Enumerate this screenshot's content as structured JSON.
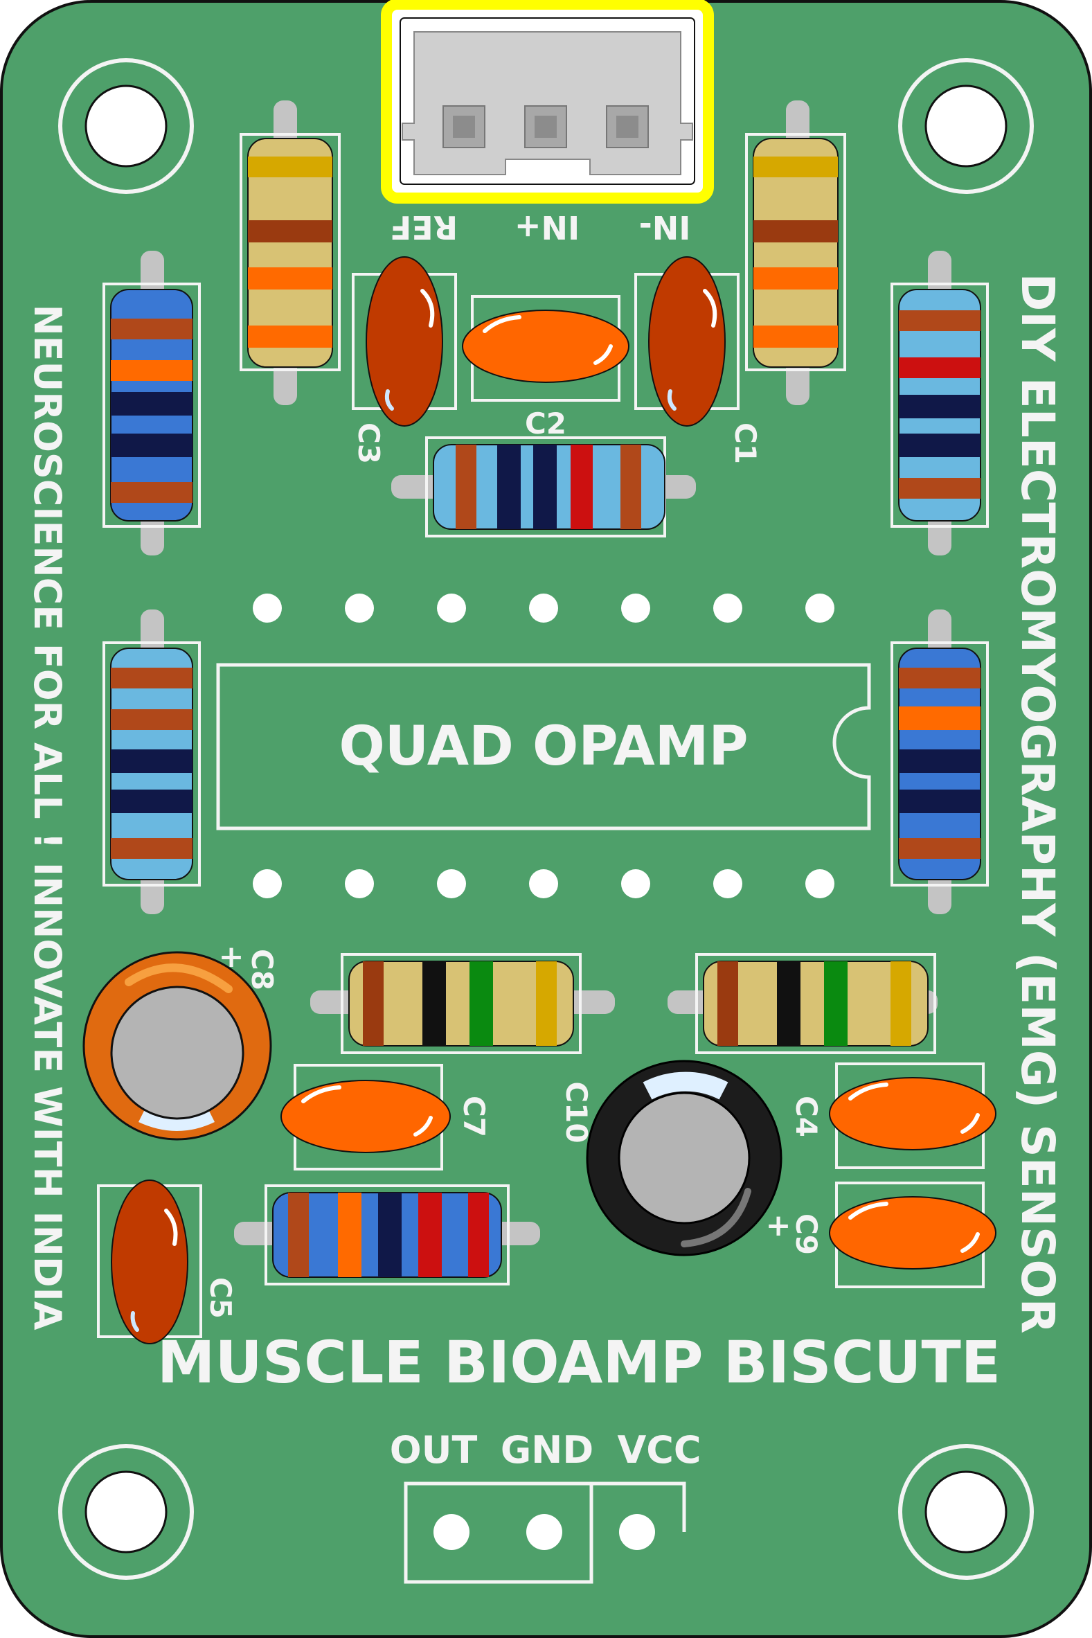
{
  "board": {
    "title": "MUSCLE BIOAMP BISCUTE",
    "side_right": "DIY ELECTROMYOGRAPHY (EMG) SENSOR",
    "side_left": "NEUROSCIENCE FOR ALL ! INNOVATE WITH INDIA",
    "ic_label": "QUAD OPAMP",
    "colors": {
      "pcb": "#4ea06a",
      "silkscreen": "#f4f4f4",
      "highlight": "#ffff00",
      "ceramic_cap": "#ff6600",
      "tantalum_cap": "#c03a00"
    }
  },
  "input_connector": {
    "pins": [
      "REF",
      "IN+",
      "IN-"
    ]
  },
  "output_connector": {
    "pins": [
      "OUT",
      "GND",
      "VCC"
    ]
  },
  "capacitor_labels": {
    "c1": "C1",
    "c2": "C2",
    "c3": "C3",
    "c4": "C4",
    "c5": "C5",
    "c7": "C7",
    "c8": "C8",
    "c9": "C9",
    "c10": "C10"
  },
  "polarity": {
    "c8": "+",
    "c9": "+"
  }
}
